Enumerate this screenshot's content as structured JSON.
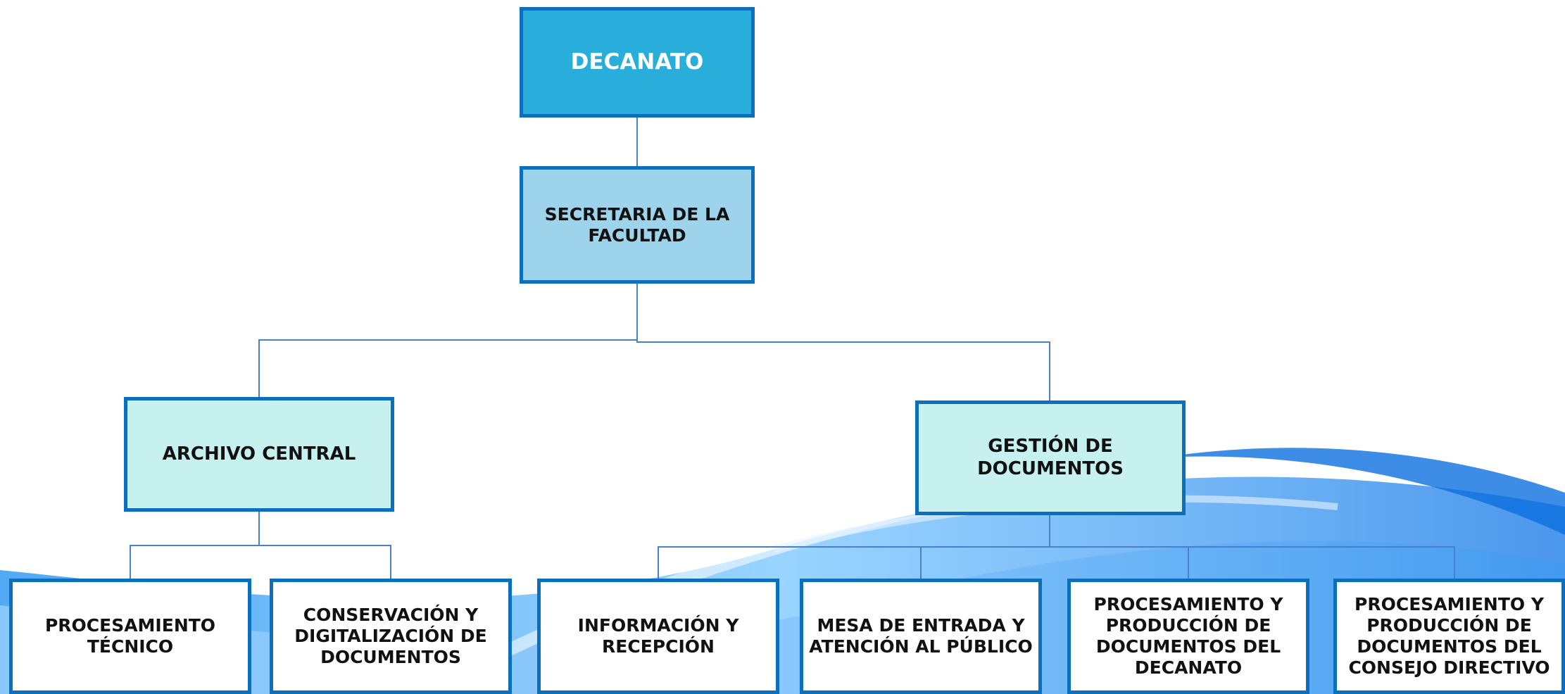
{
  "org_chart": {
    "root": "DECANATO",
    "secretaria": "SECRETARIA DE LA\nFACULTAD",
    "archivo_central": "ARCHIVO CENTRAL",
    "gestion_documentos": "GESTIÓN DE DOCUMENTOS",
    "archivo_children": [
      "PROCESAMIENTO\nTÉCNICO",
      "CONSERVACIÓN Y\nDIGITALIZACIÓN DE\nDOCUMENTOS"
    ],
    "gestion_children": [
      "INFORMACIÓN Y\nRECEPCIÓN",
      "MESA DE ENTRADA Y\nATENCIÓN AL PÚBLICO",
      "PROCESAMIENTO Y\nPRODUCCIÓN DE\nDOCUMENTOS DEL\nDECANATO",
      "PROCESAMIENTO Y\nPRODUCCIÓN DE\nDOCUMENTOS DEL\nCONSEJO DIRECTIVO"
    ]
  },
  "colors": {
    "border": "#0b6fbd",
    "root_fill": "#29aedc",
    "secretaria_fill": "#9dd4eb",
    "mid_fill": "#c6f1ef",
    "leaf_fill": "#ffffff",
    "connector": "#4a7fd0"
  }
}
